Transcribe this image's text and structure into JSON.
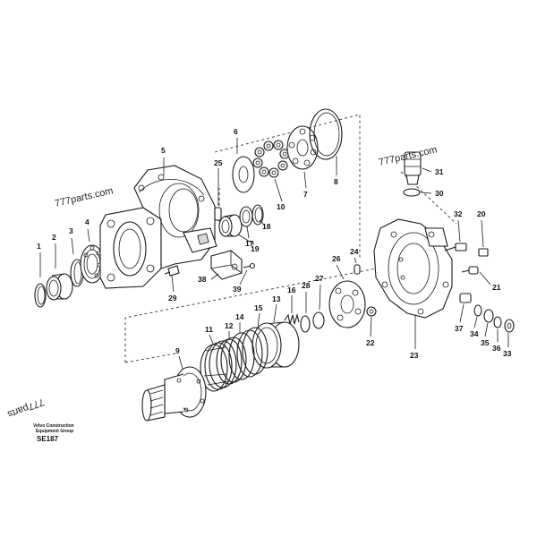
{
  "watermarks": [
    "777parts.com",
    "777parts.com",
    "777parts"
  ],
  "company": {
    "line1": "Volvo Construction",
    "line2": "Equipment Group"
  },
  "diagram_code": "SE187",
  "callouts": [
    "1",
    "2",
    "3",
    "4",
    "5",
    "6",
    "7",
    "8",
    "9",
    "10",
    "11",
    "12",
    "13",
    "14",
    "15",
    "16",
    "17",
    "18",
    "19",
    "20",
    "21",
    "22",
    "23",
    "24",
    "25",
    "26",
    "27",
    "28",
    "29",
    "30",
    "31",
    "32",
    "33",
    "34",
    "35",
    "36",
    "37",
    "38",
    "39"
  ]
}
